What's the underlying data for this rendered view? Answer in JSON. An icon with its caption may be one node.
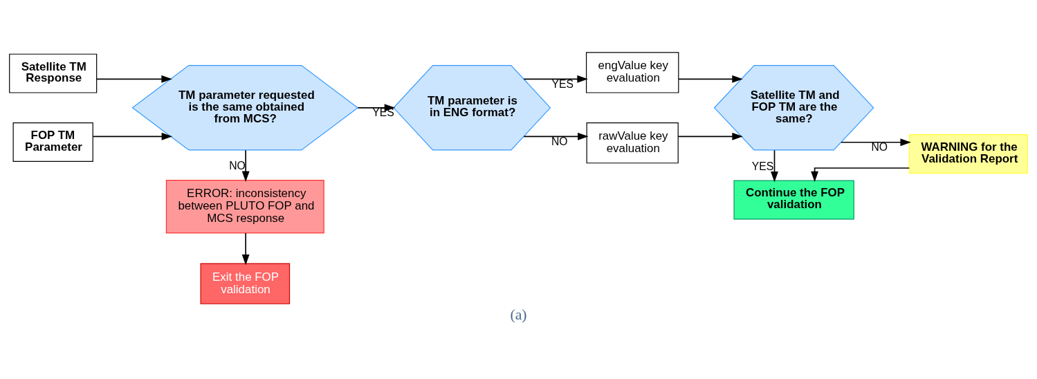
{
  "diagram": {
    "caption": "(a)",
    "nodes": [
      {
        "text": [
          "Satellite TM Response"
        ]
      },
      {
        "text": [
          "FOP TM Parameter"
        ]
      },
      {
        "text": [
          "TM parameter requested is the same obtained from MCS?"
        ]
      },
      {
        "text": [
          "ERROR: inconsistency between PLUTO FOP and MCS response"
        ]
      },
      {
        "text": [
          "Exit the FOP validation"
        ]
      },
      {
        "text": [
          "TM parameter is in ENG format?"
        ]
      },
      {
        "text": [
          "engValue key evaluation"
        ]
      },
      {
        "text": [
          "rawValue key evaluation"
        ]
      },
      {
        "text": [
          "Satellite TM and FOP TM are the same?"
        ]
      },
      {
        "text": [
          "Continue the FOP validation"
        ]
      },
      {
        "text": [
          "WARNING for the Validation Report"
        ]
      }
    ],
    "edges": [
      {
        "from": 0,
        "to": 2,
        "arrow": "to"
      },
      {
        "from": 1,
        "to": 2,
        "arrow": "to"
      },
      {
        "from": 2,
        "to": 3,
        "arrow": "to",
        "label": "NO"
      },
      {
        "from": 3,
        "to": 4,
        "arrow": "to"
      },
      {
        "from": 2,
        "to": 5,
        "arrow": "to",
        "label": "YES"
      },
      {
        "from": 5,
        "to": 6,
        "arrow": "to",
        "label": "YES"
      },
      {
        "from": 5,
        "to": 7,
        "arrow": "to",
        "label": "NO"
      },
      {
        "from": 6,
        "to": 8,
        "arrow": "to"
      },
      {
        "from": 7,
        "to": 8,
        "arrow": "to"
      },
      {
        "from": 8,
        "to": 9,
        "arrow": "to",
        "label": "YES"
      },
      {
        "from": 8,
        "to": 10,
        "arrow": "to",
        "label": "NO"
      },
      {
        "from": 10,
        "to": 9,
        "arrow": "to"
      }
    ]
  }
}
